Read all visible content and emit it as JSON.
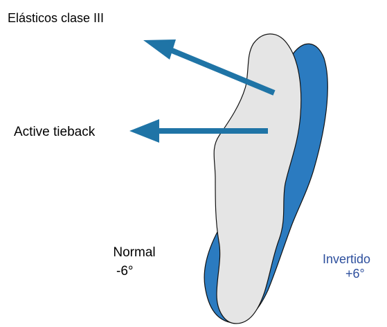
{
  "labels": {
    "title": "Elásticos clase III",
    "active_tieback": "Active tieback",
    "normal": "Normal",
    "normal_angle": "-6°",
    "invertido": "Invertido",
    "invertido_angle": "+6°"
  },
  "colors": {
    "blue_tooth": "#2b7bc0",
    "gray_tooth": "#e5e5e5",
    "arrow": "#1f74a6",
    "label_blue": "#2d4f9d",
    "outline": "#111111"
  }
}
